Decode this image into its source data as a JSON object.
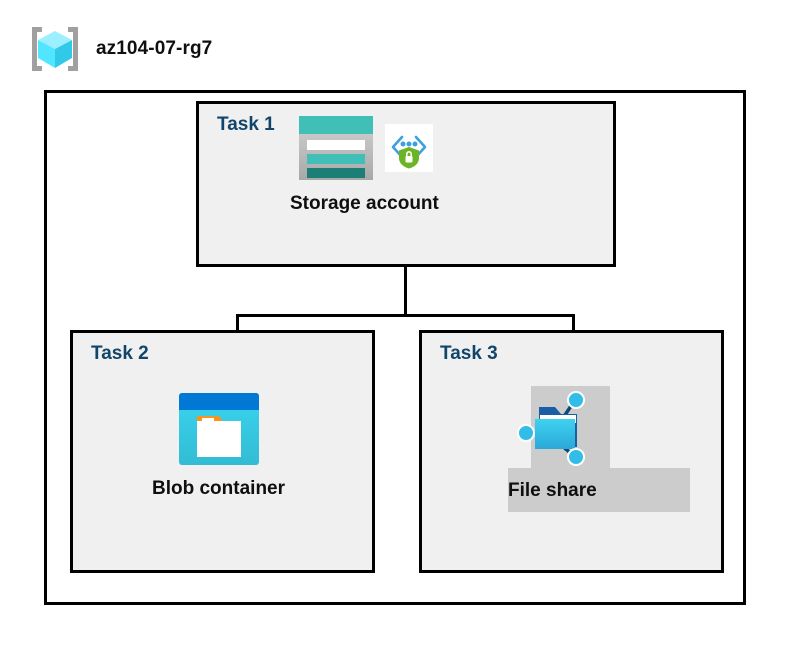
{
  "resource_group": {
    "name": "az104-07-rg7",
    "icon": "resource-group-icon"
  },
  "tasks": [
    {
      "label": "Task 1",
      "resource": {
        "label": "Storage account",
        "icon": "storage-account-icon",
        "badge_icon": "secure-endpoint-shield-icon",
        "selected": false
      }
    },
    {
      "label": "Task 2",
      "resource": {
        "label": "Blob container",
        "icon": "blob-container-icon",
        "selected": false
      }
    },
    {
      "label": "Task 3",
      "resource": {
        "label": "File share",
        "icon": "file-share-icon",
        "selected": true
      }
    }
  ],
  "colors": {
    "task_label": "#12456b",
    "box_border": "#000000",
    "task_fill": "#f0f0f0",
    "canvas": "#ffffff",
    "highlight": "#cccccc",
    "storage_teal": "#3fbfb5",
    "storage_teal_dark": "#1b7f76",
    "blob_blue": "#0078d4",
    "blob_cyan": "#32c8e8",
    "fileshare_blue": "#32bde8",
    "shield_green": "#6bb424",
    "bracket_blue": "#3aa0e0",
    "cube_cyan": "#50e6ff",
    "bracket_gray": "#a0a0a0"
  }
}
